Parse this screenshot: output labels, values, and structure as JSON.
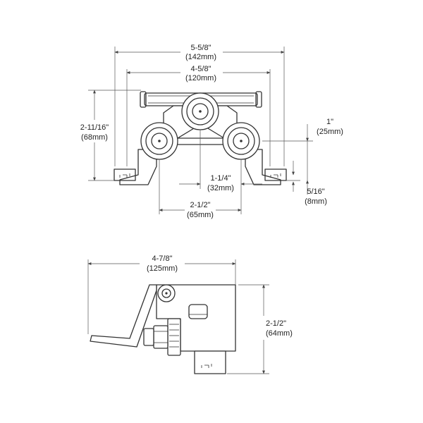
{
  "front_view": {
    "overall_width": {
      "imperial": "5-5/8\"",
      "metric": "(142mm)"
    },
    "inner_width": {
      "imperial": "4-5/8\"",
      "metric": "(120mm)"
    },
    "height": {
      "imperial": "2-11/16\"",
      "metric": "(68mm)"
    },
    "top_offset": {
      "imperial": "1\"",
      "metric": "(25mm)"
    },
    "inlet_spacing": {
      "imperial": "1-1/4\"",
      "metric": "(32mm)"
    },
    "foot_offset": {
      "imperial": "5/16\"",
      "metric": "(8mm)"
    },
    "center_spacing": {
      "imperial": "2-1/2\"",
      "metric": "(65mm)"
    }
  },
  "side_view": {
    "overall_depth": {
      "imperial": "4-7/8\"",
      "metric": "(125mm)"
    },
    "body_height": {
      "imperial": "2-1/2\"",
      "metric": "(64mm)"
    }
  },
  "colors": {
    "line": "#333333",
    "dimension": "#555555"
  }
}
